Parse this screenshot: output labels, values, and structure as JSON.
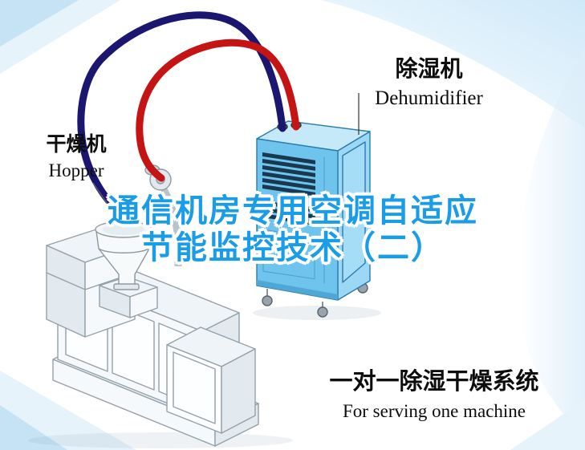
{
  "title": {
    "line1": "通信机房专用空调自适应",
    "line2": "节能监控技术（二）"
  },
  "labels": {
    "dehumidifier_cn": "除湿机",
    "dehumidifier_en": "Dehumidifier",
    "hopper_cn": "干燥机",
    "hopper_en": "Hopper",
    "caption_cn": "一对一除湿干燥系统",
    "caption_en": "For serving one machine"
  },
  "colors": {
    "title_blue": "#1a9ce6",
    "hose_red": "#c51414",
    "hose_blue": "#1b1670",
    "dehumidifier_front": "#6fc4ee",
    "dehumidifier_side": "#9cd7f5",
    "dehumidifier_top": "#c6e9fa",
    "dehumidifier_trim": "#4fa7d6",
    "vent": "#17384e",
    "machine_face": "#f6f9fb",
    "machine_shade": "#e3eaef",
    "machine_top": "#eef4f8",
    "panel_white": "#fdfeff",
    "corner_blue": "#c6e3f6",
    "corner_blue_light": "#e7f3fb"
  }
}
